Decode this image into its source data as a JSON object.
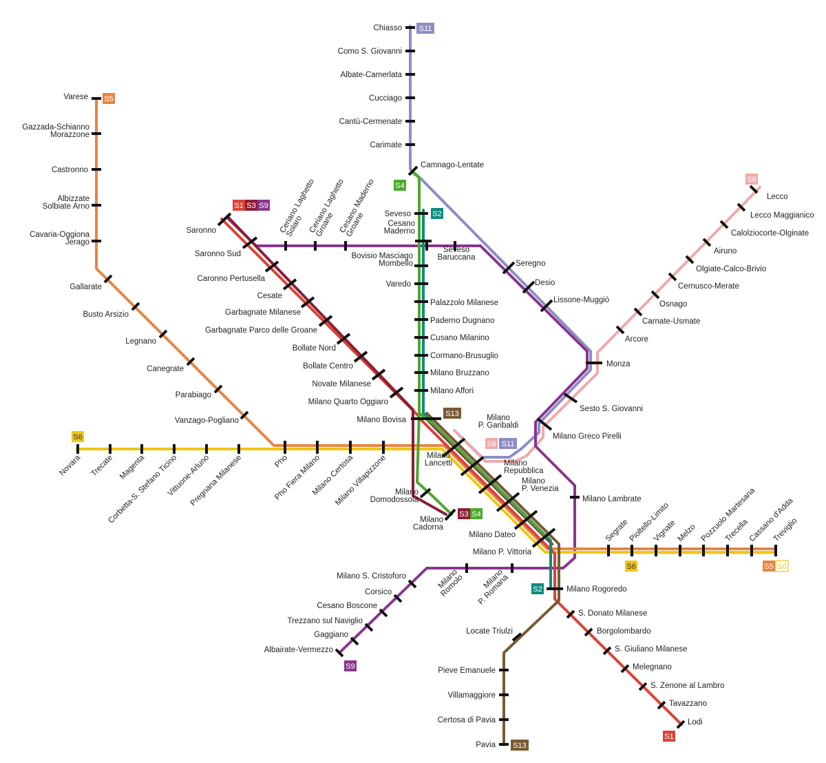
{
  "title": "",
  "colors": {
    "S1": "#d94436",
    "S2": "#0d8c7c",
    "S3": "#8c1e38",
    "S4": "#4fa82f",
    "S5": "#e8853f",
    "S6": "#f0c615",
    "S8": "#efaaaa",
    "S9": "#88358e",
    "S11": "#8d8dc6",
    "S13": "#7a5a33",
    "tick": "#111111"
  },
  "lines": [
    {
      "id": "S1",
      "label": "S1"
    },
    {
      "id": "S2",
      "label": "S2"
    },
    {
      "id": "S3",
      "label": "S3"
    },
    {
      "id": "S4",
      "label": "S4"
    },
    {
      "id": "S5",
      "label": "S5"
    },
    {
      "id": "S6",
      "label": "S6"
    },
    {
      "id": "S8",
      "label": "S8"
    },
    {
      "id": "S9",
      "label": "S9"
    },
    {
      "id": "S11",
      "label": "S11"
    },
    {
      "id": "S13",
      "label": "S13"
    }
  ],
  "stations": {
    "s11_north": [
      "Chiasso",
      "Como S. Giovanni",
      "Albate-Camerlata",
      "Cucciago",
      "Cantù-Cermenate",
      "Carimate",
      "Camnago-Lentate"
    ],
    "s5_north": [
      "Varese",
      "Gazzada-Schianno Morazzone",
      "Castronno",
      "Albizzate Solbiate Arno",
      "Cavaria-Oggiona Jerago",
      "Gallarate",
      "Busto Arsizio",
      "Legnano",
      "Canegrate",
      "Parabiago",
      "Vanzago-Pogliano"
    ],
    "s6_west": [
      "Novara",
      "Trecate",
      "Magenta",
      "Corbetta-S. Stefano Ticino",
      "Vittuone-Arluno",
      "Pregnana Milanese",
      "Pho",
      "Pho Fiera Milano",
      "Milano Certosa",
      "Milano Villapizzone"
    ],
    "saronno_branch": [
      "Saronno",
      "Saronno Sud",
      "Caronno Pertusella",
      "Cesate",
      "Garbagnate Milanese",
      "Garbagnate Parco delle Groane",
      "Bollate Nord",
      "Bollate Centro",
      "Novate Milanese",
      "Milano Quarto Oggiaro",
      "Milano Bovisa"
    ],
    "s9_north": [
      "Ceriano Laghetto Solaro",
      "Ceriano Laghetto Groane",
      "Cesano Maderno Groane",
      "Cesano Maderno",
      "Seveso Baruccana"
    ],
    "s2_s4_north": [
      "Seveso",
      "Bovisio Masciago Mombello",
      "Varedo",
      "Palazzolo Milanese",
      "Paderno Dugnano",
      "Cusano Milanino",
      "Cormano-Brusuglio",
      "Milano Bruzzano",
      "Milano Affori"
    ],
    "s11_mid": [
      "Seregno",
      "Desio",
      "Lissone-Muggiò",
      "Monza",
      "Sesto S. Giovanni",
      "Milano Greco Pirelli",
      "Milano Lambrate"
    ],
    "s8": [
      "Lecco",
      "Lecco Maggianico",
      "Calolziocorte-Olginate",
      "Airuno",
      "Olgiate-Calco-Brivio",
      "Cernusco-Merate",
      "Osnago",
      "Carnate-Usmate",
      "Arcore"
    ],
    "passante": [
      "Milano Lancetti",
      "Milano P. Garibaldi",
      "Milano Repubblica",
      "Milano P. Venezia",
      "Milano Dateo",
      "Milano P. Vittoria",
      "Milano Rogoredo"
    ],
    "cadorna_branch": [
      "Milano Domodossola",
      "Milano Cadorna"
    ],
    "treviglio_branch": [
      "Segrate",
      "Pioltello-Limito",
      "Vignate",
      "Melzo",
      "Pozzuolo Martesana",
      "Trecella",
      "Cassano d'Adda",
      "Treviglio"
    ],
    "s9_south": [
      "Milano S. Cristoforo",
      "Corsico",
      "Cesano Boscone",
      "Trezzano sul Naviglio",
      "Gaggiano",
      "Albairate-Vermezzo",
      "Milano Romolo",
      "Milano P. Romana"
    ],
    "s13": [
      "Locate Triulzi",
      "Pieve Emanuele",
      "Villamaggiore",
      "Certosa di Pavia",
      "Pavia"
    ],
    "s1_south": [
      "S. Donato Milanese",
      "Borgolombardo",
      "S. Giuliano Milanese",
      "Melegnano",
      "S. Zenone al Lambro",
      "Tavazzano",
      "Lodi"
    ]
  }
}
